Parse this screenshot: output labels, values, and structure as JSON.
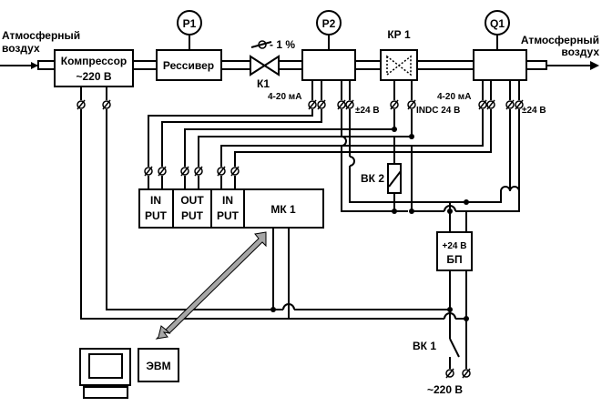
{
  "labels": {
    "air_in": [
      "Атмосферный",
      "воздух"
    ],
    "air_out": [
      "Атмосферный",
      "воздух"
    ],
    "compressor": [
      "Компрессор",
      "~220 В"
    ],
    "receiver": "Рессивер",
    "valve_k1_label": "К1",
    "valve_k1_tol": "- 1 %",
    "p1": "P1",
    "p2": "P2",
    "q1": "Q1",
    "kp1": "КР 1",
    "p2_signal": "4-20 мА",
    "p2_power": "±24 В",
    "kp1_power": "INDC 24 В",
    "q1_signal": "4-20 мА",
    "q1_power": "±24 В",
    "vk2": "ВК 2",
    "vk1": "ВК 1",
    "psu": [
      "+24 В",
      "БП"
    ],
    "mk1": "МК 1",
    "input1": [
      "IN",
      "PUT"
    ],
    "output": [
      "OUT",
      "PUT"
    ],
    "input2": [
      "IN",
      "PUT"
    ],
    "evm": "ЭВМ",
    "mains": "~220 В"
  }
}
